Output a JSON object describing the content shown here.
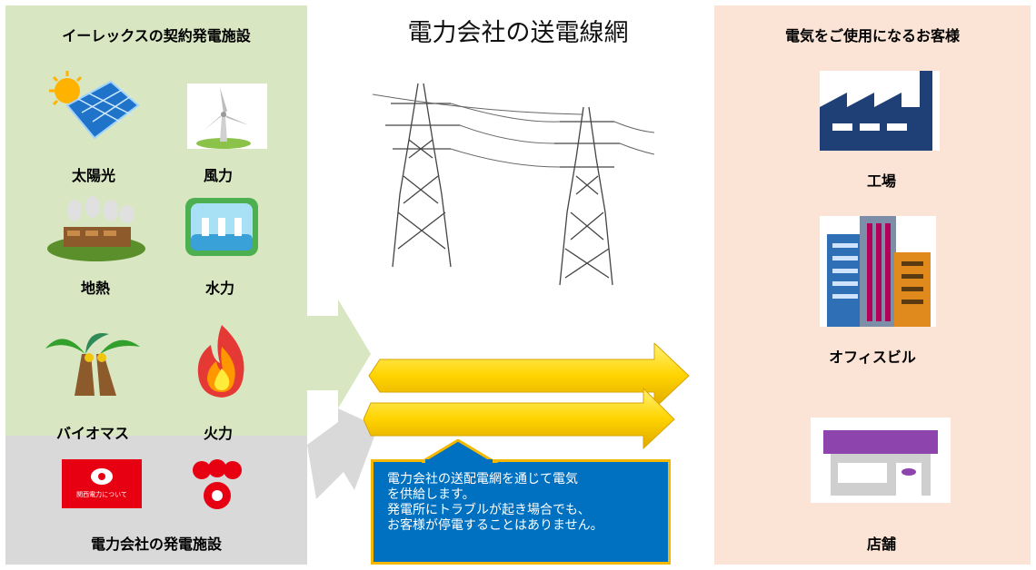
{
  "title": "電力会社の送電線網",
  "generation": {
    "header": "イーレックスの契約発電施設",
    "sources": [
      {
        "label": "太陽光",
        "icon": "solar-panel-icon"
      },
      {
        "label": "風力",
        "icon": "wind-turbine-icon"
      },
      {
        "label": "地熱",
        "icon": "geothermal-icon"
      },
      {
        "label": "水力",
        "icon": "hydro-dam-icon"
      },
      {
        "label": "バイオマス",
        "icon": "palm-tree-icon"
      },
      {
        "label": "火力",
        "icon": "fire-icon"
      }
    ],
    "utility_label": "電力会社の発電施設",
    "utility_logo_1_text": "関西電力について"
  },
  "customers": {
    "header": "電気をご使用になるお客様",
    "items": [
      {
        "label": "工場",
        "icon": "factory-icon"
      },
      {
        "label": "オフィスビル",
        "icon": "office-building-icon"
      },
      {
        "label": "店舗",
        "icon": "shop-icon"
      }
    ]
  },
  "info": {
    "lines": [
      "電力会社の送配電網を通じて電気",
      "を供給します。",
      "発電所にトラブルが起き場合でも、",
      "お客様が停電することはありません。"
    ]
  },
  "colors": {
    "generation_bg": "#d8e6c2",
    "utility_bg": "#d9d9d9",
    "customer_bg": "#fbe4d5",
    "info_bg": "#0070c0",
    "info_border": "#f5b800",
    "arrow_yellow": "#ffd400",
    "logo_red": "#e60012"
  }
}
